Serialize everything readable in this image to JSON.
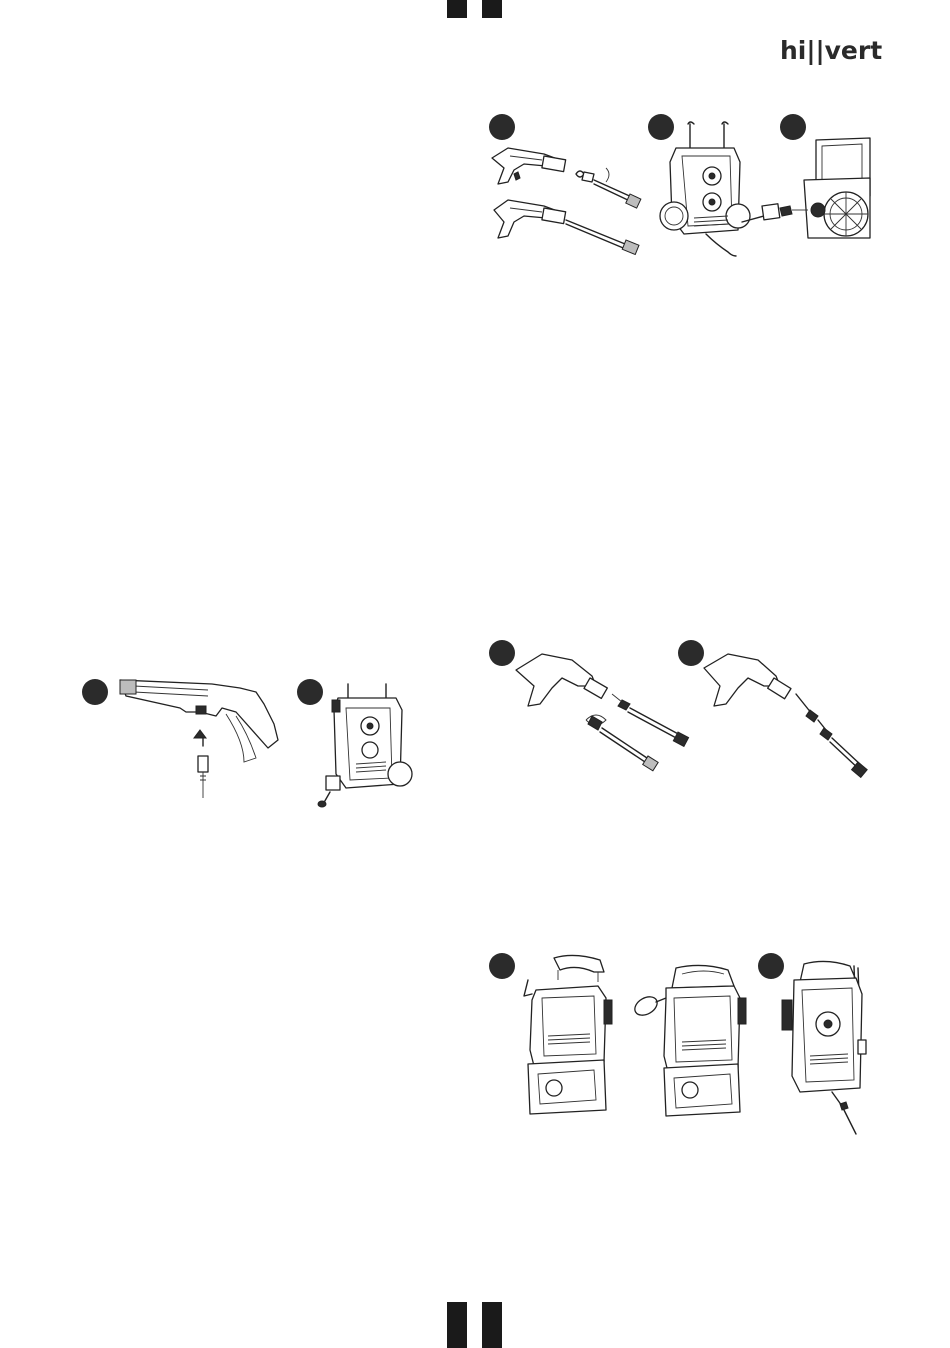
{
  "brand": {
    "logo_text": "hi||vert"
  },
  "colors": {
    "ink": "#1a1a1a",
    "badge": "#2b2b2b",
    "page": "#ffffff"
  },
  "figures": [
    {
      "name": "lance-assembly",
      "steps": 3
    },
    {
      "name": "accessory-mount",
      "steps": 2
    },
    {
      "name": "extension-assembly",
      "steps": 2
    },
    {
      "name": "handle-assembly",
      "steps": 2
    }
  ]
}
